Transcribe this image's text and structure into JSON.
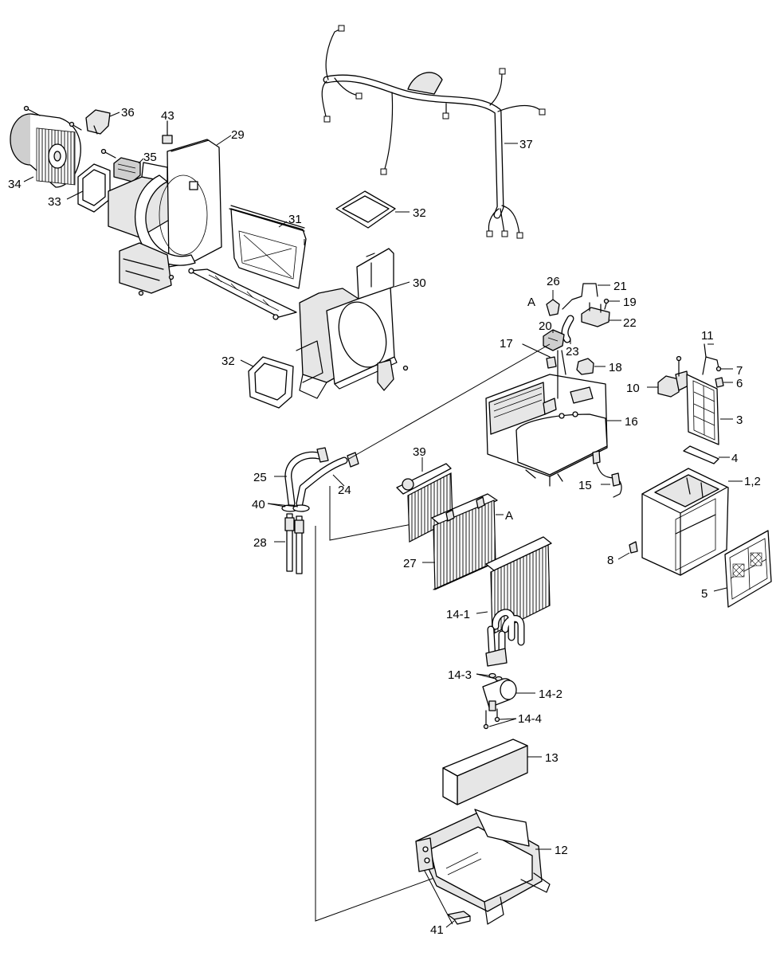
{
  "labels": {
    "l1_2": "1,2",
    "l3": "3",
    "l4": "4",
    "l5": "5",
    "l6": "6",
    "l7": "7",
    "l8": "8",
    "l10": "10",
    "l11": "11",
    "l12": "12",
    "l13": "13",
    "l14_1": "14-1",
    "l14_2": "14-2",
    "l14_3": "14-3",
    "l14_4": "14-4",
    "l15": "15",
    "l16": "16",
    "l17": "17",
    "l18": "18",
    "l19": "19",
    "l20": "20",
    "l21": "21",
    "l22": "22",
    "l23": "23",
    "l24": "24",
    "l25": "25",
    "l26": "26",
    "l27": "27",
    "l28": "28",
    "l29": "29",
    "l30": "30",
    "l31": "31",
    "l32a": "32",
    "l32b": "32",
    "l33": "33",
    "l34": "34",
    "l35": "35",
    "l36": "36",
    "l37": "37",
    "l39": "39",
    "l40": "40",
    "l41": "41",
    "l43": "43",
    "refA1": "A",
    "refA2": "A"
  },
  "colors": {
    "line": "#000000",
    "background": "#ffffff",
    "fill_light": "#e6e6e6",
    "fill_dark": "#cfcfcf"
  }
}
